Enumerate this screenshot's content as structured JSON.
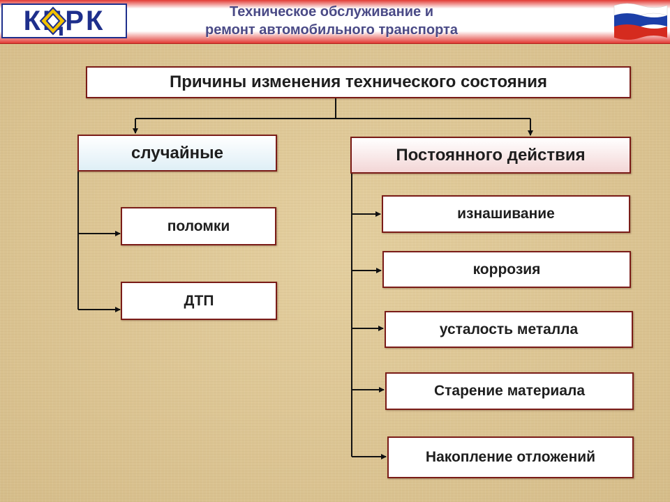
{
  "header": {
    "title_line1": "Техническое обслуживание и",
    "title_line2": "ремонт автомобильного транспорта",
    "logo_text": "КЦРК",
    "logo_icon": "emblem-icon",
    "flag_icon": "russian-flag-icon"
  },
  "diagram": {
    "root": "Причины изменения технического состояния",
    "categories": [
      {
        "label": "случайные",
        "items": [
          "поломки",
          "ДТП"
        ]
      },
      {
        "label": "Постоянного действия",
        "items": [
          "изнашивание",
          "коррозия",
          "усталость металла",
          "Старение материала",
          "Накопление отложений"
        ]
      }
    ]
  },
  "colors": {
    "border": "#7a1c18",
    "line": "#111111",
    "header_red": "#e23a34",
    "title_text": "#4a4a86",
    "logo_blue": "#1e2f8c"
  }
}
